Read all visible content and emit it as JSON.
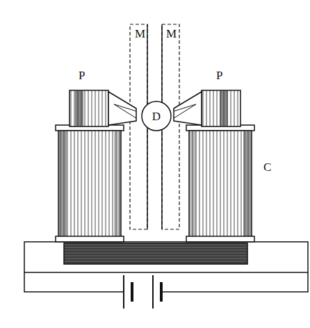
{
  "diagram": {
    "nodes": [
      {
        "text": [
          "D"
        ]
      }
    ],
    "labels": [
      "M",
      "M",
      "P",
      "P",
      "C"
    ]
  }
}
